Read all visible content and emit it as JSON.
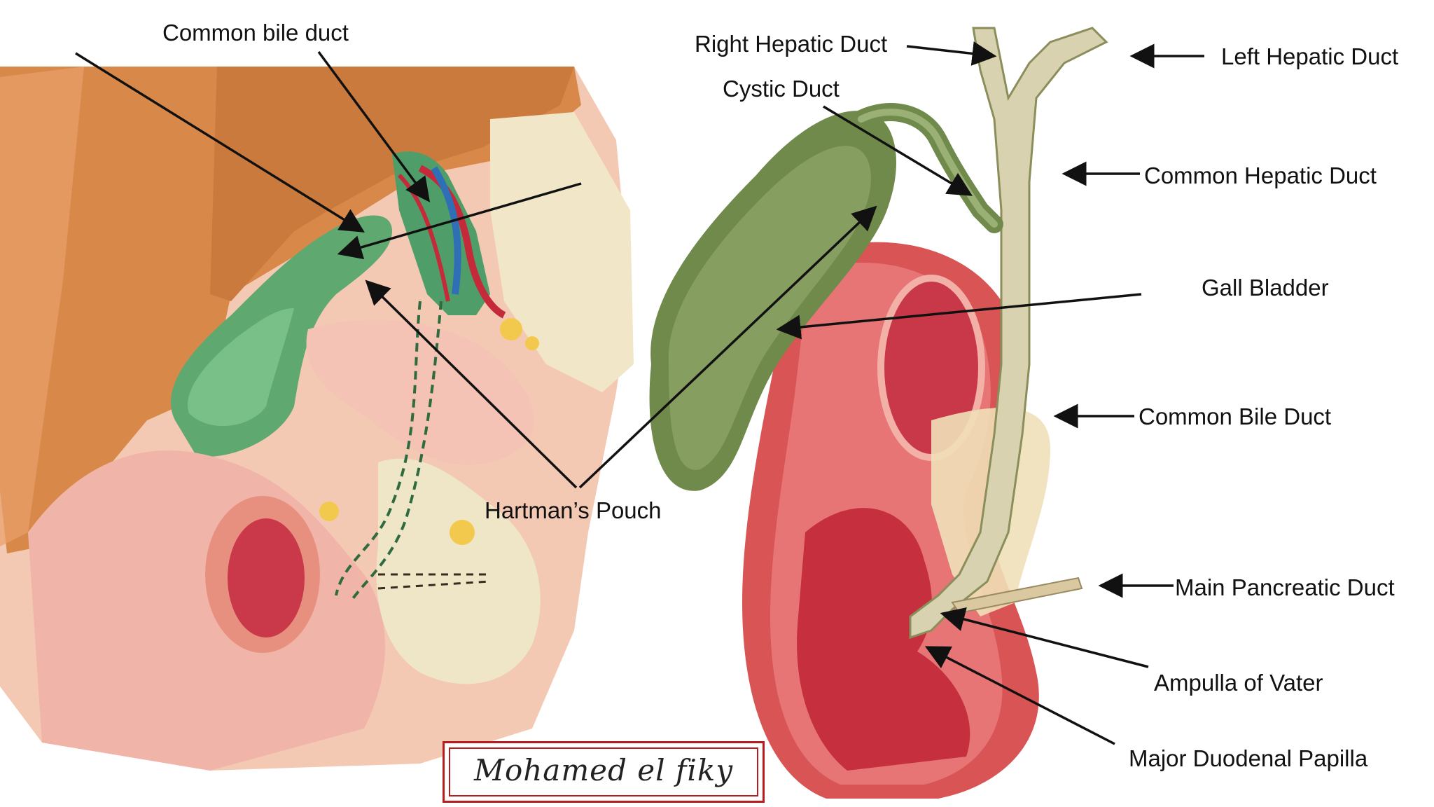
{
  "left_panel": {
    "labels": {
      "common_bile_duct": "Common bile duct",
      "hartmans_pouch": "Hartman’s Pouch"
    }
  },
  "right_panel": {
    "labels": {
      "right_hepatic_duct": "Right Hepatic Duct",
      "left_hepatic_duct": "Left Hepatic Duct",
      "cystic_duct": "Cystic Duct",
      "common_hepatic_duct": "Common Hepatic Duct",
      "gall_bladder": "Gall Bladder",
      "common_bile_duct": "Common Bile Duct",
      "main_pancreatic_duct": "Main Pancreatic Duct",
      "ampulla_of_vater": "Ampulla of Vater",
      "major_duodenal_papilla": "Major Duodenal Papilla"
    }
  },
  "signature": {
    "text": "Mohamed el fiky"
  },
  "colors": {
    "liver": "#d8894a",
    "liver_lobe": "#e8a06a",
    "intestine": "#f0b5a8",
    "duodenum_red": "#d94a4a",
    "gallbladder_green": "#6f8a4a",
    "bile_green": "#5fbf7a",
    "duct_beige": "#d9d2b0",
    "pancreas": "#efe6c8",
    "fat_yellow": "#f2c94c",
    "signature_red": "#b81c1c"
  }
}
